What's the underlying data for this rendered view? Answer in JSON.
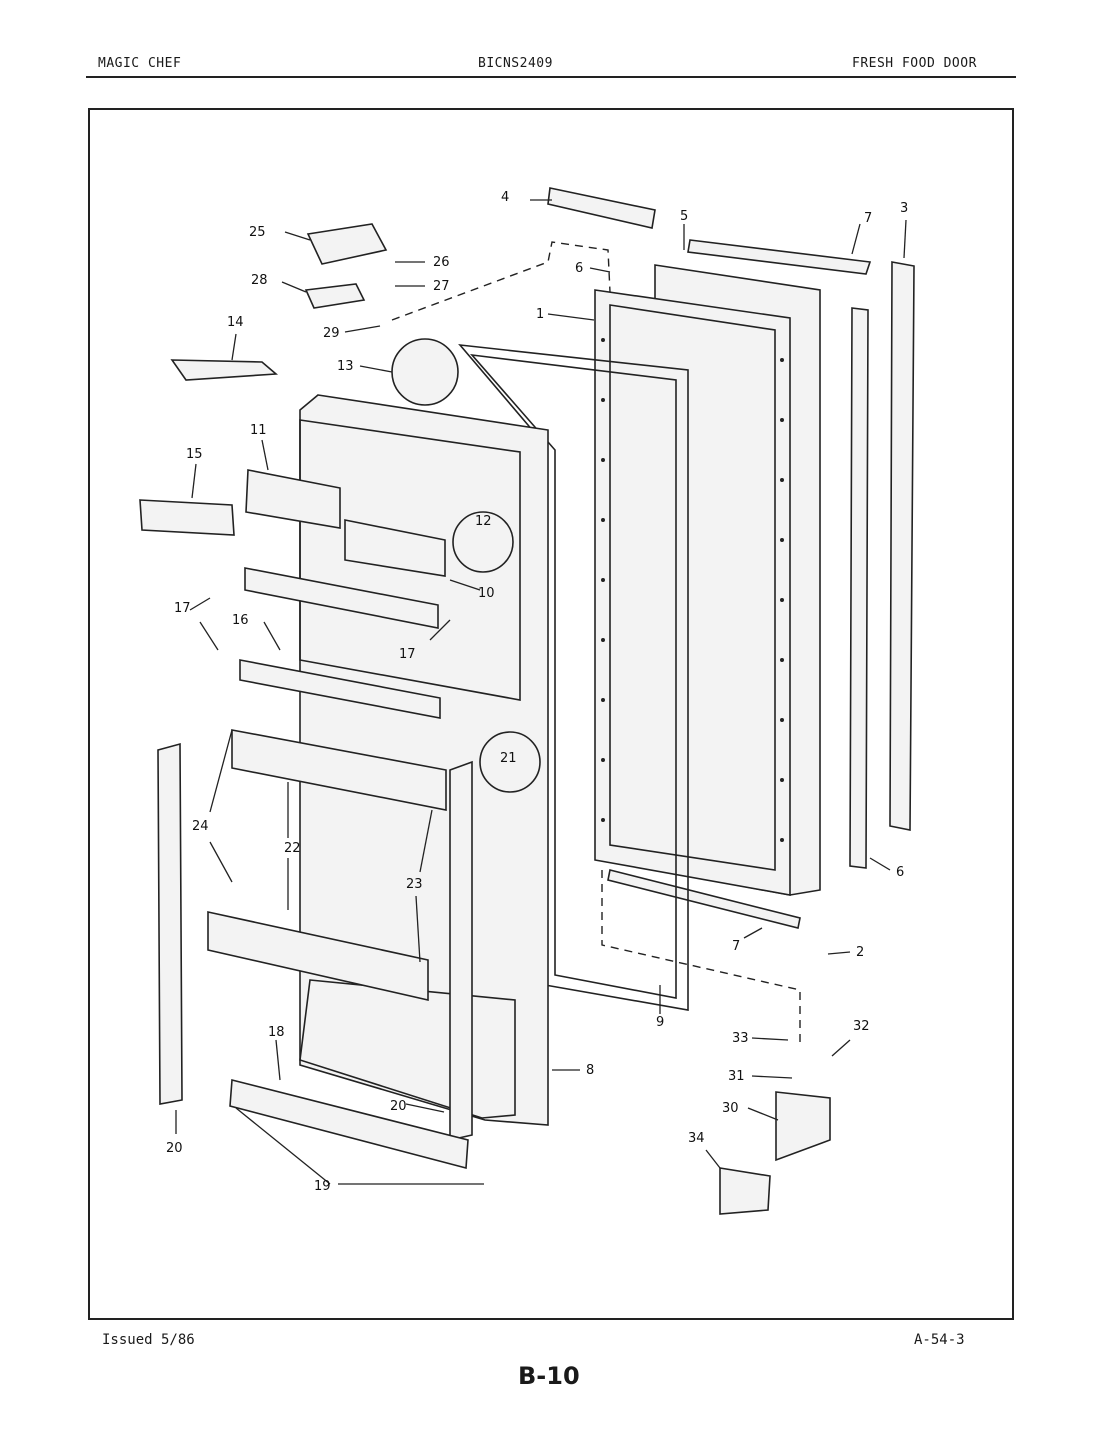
{
  "header": {
    "brand": "MAGIC CHEF",
    "model": "BICNS2409",
    "section": "FRESH FOOD DOOR"
  },
  "footer": {
    "issued": "Issued 5/86",
    "code": "A-54-3",
    "page": "B-10"
  },
  "callouts": [
    "1",
    "2",
    "3",
    "4",
    "5",
    "6",
    "6",
    "7",
    "7",
    "8",
    "9",
    "10",
    "11",
    "12",
    "13",
    "14",
    "15",
    "16",
    "17",
    "17",
    "18",
    "19",
    "20",
    "20",
    "21",
    "22",
    "23",
    "24",
    "25",
    "26",
    "27",
    "28",
    "29",
    "30",
    "31",
    "32",
    "33",
    "34"
  ]
}
